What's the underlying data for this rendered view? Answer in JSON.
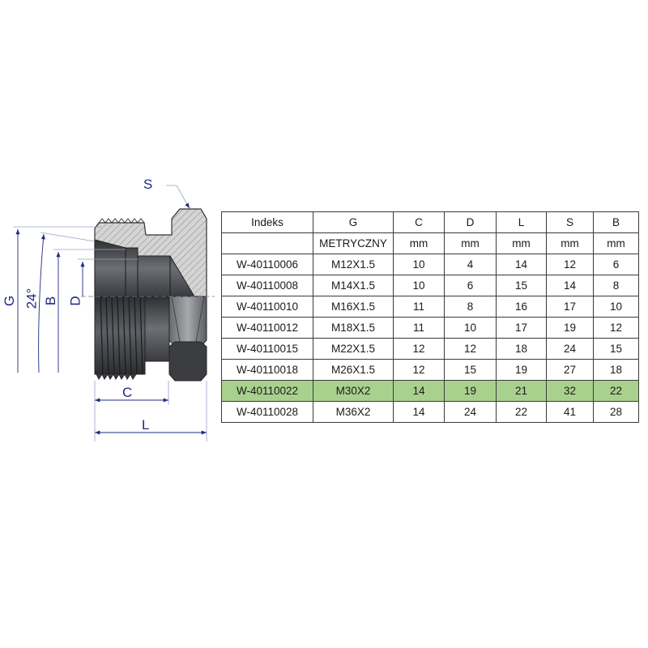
{
  "drawing": {
    "labels": {
      "S": "S",
      "G": "G",
      "angle": "24°",
      "B": "B",
      "D": "D",
      "C": "C",
      "L": "L"
    },
    "colors": {
      "dimension": "#1f2a80",
      "highlight_row": "#a9d18e",
      "body_dark": "#3c3d40",
      "section_hatch": "#c8c8c8"
    }
  },
  "table": {
    "headers": [
      "Indeks",
      "G",
      "C",
      "D",
      "L",
      "S",
      "B"
    ],
    "units": [
      "",
      "METRYCZNY",
      "mm",
      "mm",
      "mm",
      "mm",
      "mm"
    ],
    "rows": [
      {
        "cells": [
          "W-40110006",
          "M12X1.5",
          "10",
          "4",
          "14",
          "12",
          "6"
        ],
        "highlight": false
      },
      {
        "cells": [
          "W-40110008",
          "M14X1.5",
          "10",
          "6",
          "15",
          "14",
          "8"
        ],
        "highlight": false
      },
      {
        "cells": [
          "W-40110010",
          "M16X1.5",
          "11",
          "8",
          "16",
          "17",
          "10"
        ],
        "highlight": false
      },
      {
        "cells": [
          "W-40110012",
          "M18X1.5",
          "11",
          "10",
          "17",
          "19",
          "12"
        ],
        "highlight": false
      },
      {
        "cells": [
          "W-40110015",
          "M22X1.5",
          "12",
          "12",
          "18",
          "24",
          "15"
        ],
        "highlight": false
      },
      {
        "cells": [
          "W-40110018",
          "M26X1.5",
          "12",
          "15",
          "19",
          "27",
          "18"
        ],
        "highlight": false
      },
      {
        "cells": [
          "W-40110022",
          "M30X2",
          "14",
          "19",
          "21",
          "32",
          "22"
        ],
        "highlight": true
      },
      {
        "cells": [
          "W-40110028",
          "M36X2",
          "14",
          "24",
          "22",
          "41",
          "28"
        ],
        "highlight": false
      }
    ]
  }
}
